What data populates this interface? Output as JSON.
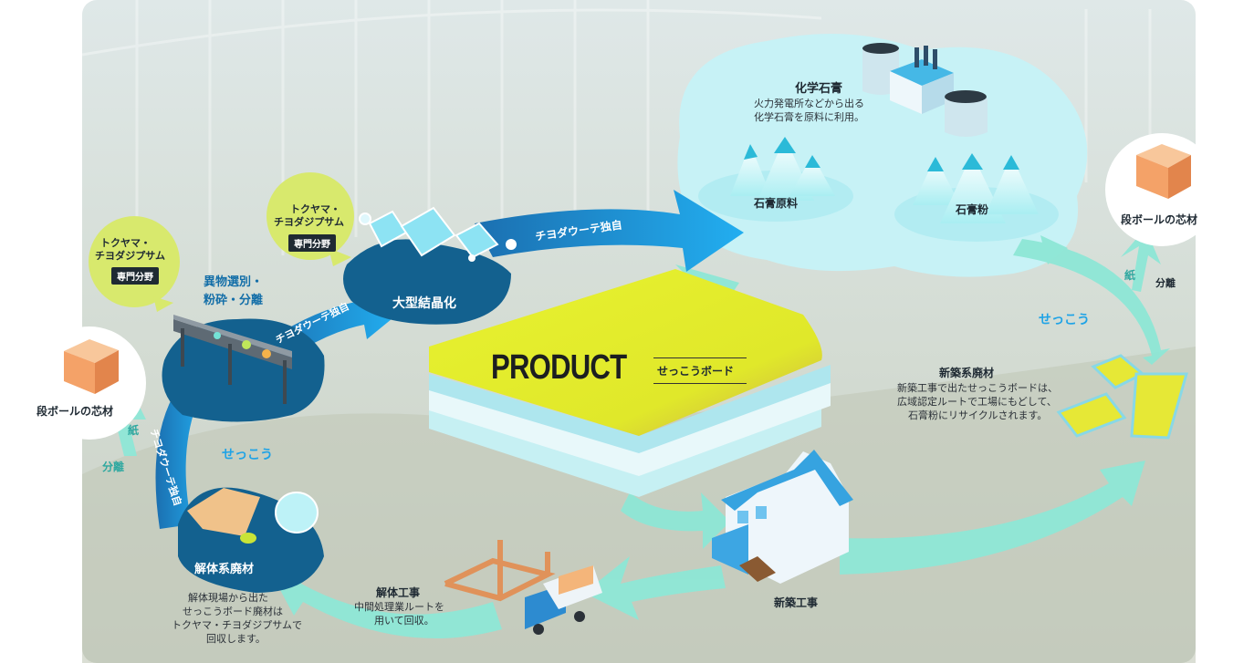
{
  "product": {
    "title": "PRODUCT",
    "board": "せっこうボード"
  },
  "chemical_gypsum": {
    "title": "化学石膏",
    "desc": [
      "火力発電所などから出る",
      "化学石膏を原料に利用。"
    ]
  },
  "gypsum_raw": "石膏原料",
  "gypsum_powder": "石膏粉",
  "crystallization": "大型結晶化",
  "sorting": [
    "異物選別・",
    "粉砕・分離"
  ],
  "tokuyama_bubble": {
    "lines": [
      "トクヤマ・",
      "チヨダジプサム"
    ],
    "tag": "専門分野"
  },
  "arrow_label": "チヨダウーテ独自",
  "cardboard_core": "段ボールの芯材",
  "paper": "紙",
  "separation": "分離",
  "gypsum_kana": "せっこう",
  "demolition_waste": {
    "title": "解体系廃材",
    "desc": [
      "解体現場から出た",
      "せっこうボード廃材は",
      "トクヤマ・チヨダジプサムで",
      "回収します。"
    ]
  },
  "demolition_work": {
    "title": "解体工事",
    "desc": [
      "中間処理業ルートを",
      "用いて回収。"
    ]
  },
  "new_construction": "新築工事",
  "new_waste": {
    "title": "新築系廃材",
    "desc": [
      "新築工事で出たせっこうボードは、",
      "広域認定ルートで工場にもどして、",
      "石膏粉にリサイクルされます。"
    ]
  },
  "colors": {
    "arrow_blue": "#1aa3e8",
    "arrow_mint": "#8de8d8",
    "board_yellow": "#e4ef2c",
    "dark_blue": "#13618f",
    "cloud": "#c8f3f6"
  }
}
